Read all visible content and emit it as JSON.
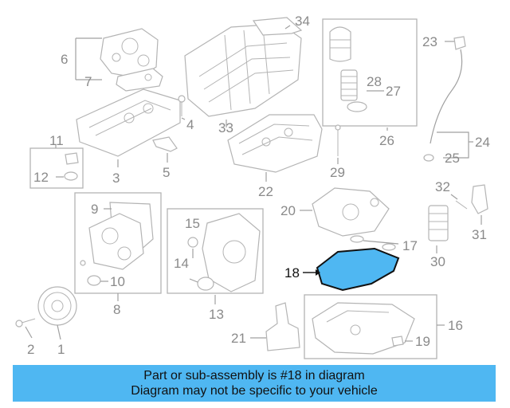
{
  "callouts": {
    "c1": "1",
    "c2": "2",
    "c3": "3",
    "c4": "4",
    "c5": "5",
    "c6": "6",
    "c7": "7",
    "c8": "8",
    "c9": "9",
    "c10": "10",
    "c11": "11",
    "c12": "12",
    "c13": "13",
    "c14": "14",
    "c15": "15",
    "c16": "16",
    "c17": "17",
    "c18": "18",
    "c19": "19",
    "c20": "20",
    "c21": "21",
    "c22": "22",
    "c23": "23",
    "c24": "24",
    "c25": "25",
    "c26": "26",
    "c27": "27",
    "c28": "28",
    "c29": "29",
    "c30": "30",
    "c31": "31",
    "c32": "32",
    "c33": "33",
    "c34": "34"
  },
  "highlight": {
    "part": "18",
    "color": "#4fb7f2"
  },
  "banner": {
    "line1": "Part or sub-assembly is #18 in diagram",
    "line2": "Diagram may not be specific to your vehicle",
    "color": "#4fb7f2"
  }
}
